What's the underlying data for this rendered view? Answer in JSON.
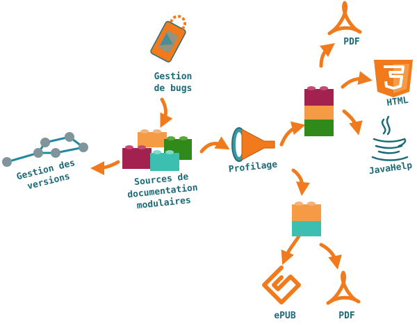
{
  "labels": {
    "bugs_line1": "Gestion",
    "bugs_line2": "de bugs",
    "versions_line1": "Gestion des",
    "versions_line2": "versions",
    "sources_line1": "Sources de",
    "sources_line2": "documentation",
    "sources_line3": "modulaires",
    "profilage": "Profilage",
    "pdf_top": "PDF",
    "html": "HTML",
    "javahelp": "JavaHelp",
    "epub": "ePUB",
    "pdf_bottom": "PDF"
  },
  "colors": {
    "label_text": "#1c6a78",
    "arrow": "#f07a1c",
    "brick_orange": "#f59a45",
    "brick_purple": "#a3214f",
    "brick_green": "#2f8a1a",
    "brick_teal": "#3cbfb0",
    "node_gray": "#7f959b",
    "edge_teal": "#1e8aa0"
  },
  "icons": [
    "bug-tag-icon",
    "version-graph-icon",
    "lego-bricks-icon",
    "funnel-icon",
    "pdf-icon",
    "html5-icon",
    "java-icon",
    "epub-icon"
  ]
}
